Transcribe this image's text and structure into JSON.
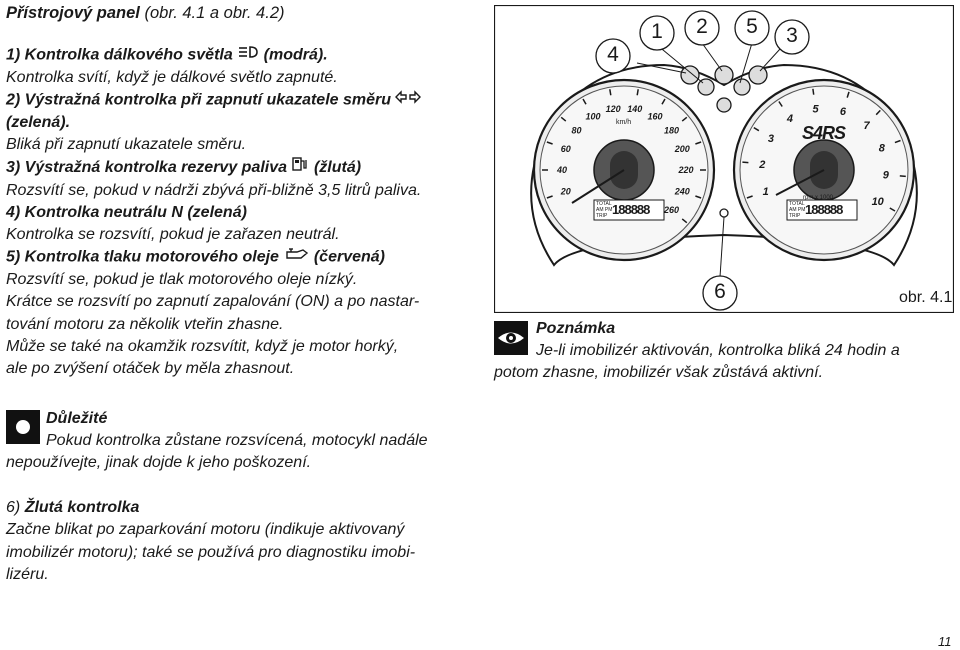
{
  "left": {
    "heading_bold": "Přístrojový panel",
    "heading_rest": " (obr. 4.1 a obr. 4.2)",
    "item1_title": "1) Kontrolka dálkového světla",
    "item1_suffix": "(modrá).",
    "item1_desc": "Kontrolka svítí, když je dálkové světlo zapnuté.",
    "item2_title": "2) Výstražná kontrolka při zapnutí ukazatele směru",
    "item2_suffix": "(zelená).",
    "item2_desc": "Bliká při zapnutí ukazatele směru.",
    "item3_title": "3) Výstražná kontrolka rezervy paliva",
    "item3_suffix": "(žlutá)",
    "item3_desc": "Rozsvítí se, pokud v nádrži zbývá při-bližně 3,5 litrů paliva.",
    "item4_title": "4) Kontrolka neutrálu N (zelená)",
    "item4_desc": "Kontrolka se rozsvítí, pokud je zařazen neutrál.",
    "item5_title": "5) Kontrolka tlaku motorového oleje",
    "item5_suffix": "(červená)",
    "item5_desc": "Rozsvítí se, pokud je tlak motorového oleje nízký.",
    "item5_extra1": "Krátce se rozsvítí po zapnutí zapalování (ON) a po nastar-",
    "item5_extra2": "tování motoru za několik vteřin zhasne.",
    "item5_extra3": "Může se také na okamžik rozsvítit, když je motor horký,",
    "item5_extra4": "ale po zvýšení otáček by měla zhasnout."
  },
  "important": {
    "title": "Důležité",
    "line1": "Pokud kontrolka zůstane rozsvícená, motocykl nadále",
    "line2": "nepoužívejte, jinak dojde k jeho poškození."
  },
  "item6": {
    "title_num": "6)",
    "title_text": "Žlutá kontrolka",
    "line1": "Začne blikat po zaparkování motoru (indikuje aktivovaný",
    "line2": "imobilizér motoru); také se používá pro diagnostiku imobi-",
    "line3": "lizéru."
  },
  "figure": {
    "callouts": [
      "4",
      "1",
      "2",
      "5",
      "3",
      "6"
    ],
    "caption": "obr. 4.1",
    "speedo_ticks": [
      "20",
      "40",
      "60",
      "80",
      "100",
      "120",
      "140",
      "160",
      "180",
      "200",
      "220",
      "240",
      "260"
    ],
    "speedo_unit": "km/h",
    "tacho_ticks": [
      "1",
      "2",
      "3",
      "4",
      "5",
      "6",
      "7",
      "8",
      "9",
      "10"
    ],
    "tacho_unit": "rpm x 1000",
    "brand": "S4RS",
    "lcd_total": "TOTAL",
    "lcd_ampm": "AM PM",
    "lcd_trip": "TRIP",
    "lcd_digits": "188888"
  },
  "note": {
    "title": "Poznámka",
    "line1": "Je-li imobilizér aktivován, kontrolka bliká 24 hodin a",
    "line2": "potom zhasne, imobilizér však zůstává aktivní."
  },
  "page_number": "11"
}
